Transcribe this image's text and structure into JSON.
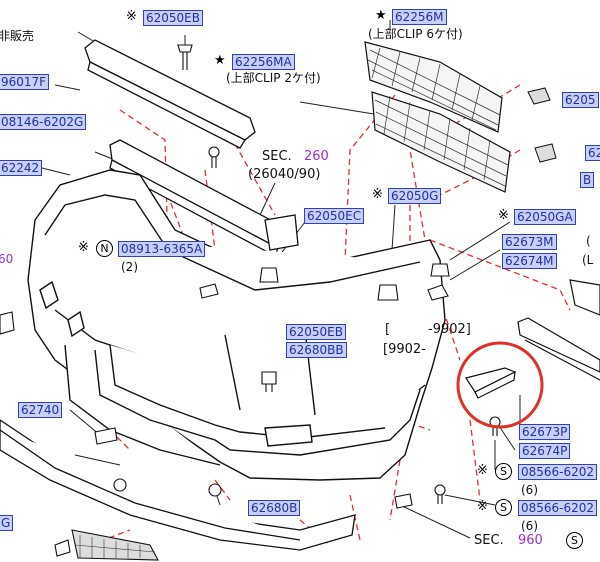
{
  "labels": {
    "p62050EB_top": "62050EB",
    "p62256M": "62256M",
    "note_6clip": "(上部CLIP  6ケ付)",
    "p62256MA": "62256MA",
    "note_2clip": "(上部CLIP  2ケ付)",
    "note_nonsale": "非販売",
    "p96017F": "96017F",
    "p08146": "08146-6202G",
    "p62242": "62242",
    "sec260_prefix": "SEC.",
    "sec260_num": "260",
    "sec260_sub": "(26040/90)",
    "p62050EC": "62050EC",
    "p62050G": "62050G",
    "p62050GA": "62050GA",
    "p08913": "08913-6365A",
    "qty_08913": "(2)",
    "p62673M": "62673M",
    "p62674M": "62674M",
    "range_open": "[",
    "range_9902_end": "-9902]",
    "range_9902_start": "[9902-",
    "p62050EB_mid": "62050EB",
    "p62680BB": "62680BB",
    "p62740": "62740",
    "p62673P": "62673P",
    "p62674P": "62674P",
    "p08566_a": "08566-6202",
    "qty_08566_a": "(6)",
    "p08566_b": "08566-6202",
    "qty_08566_b": "(6)",
    "p62680B": "62680B",
    "sec960_prefix": "SEC.",
    "sec960_num": "960",
    "p62055_partial": "6205",
    "p62_partial": "62",
    "left_partial_60": "60",
    "left_partial_g": "G",
    "right_partial_b": "B",
    "right_partial_paren_a": "(",
    "right_partial_paren_b": "(L",
    "mark_kome": "※",
    "mark_star": "★",
    "circle_n": "N",
    "circle_s": "S"
  },
  "colors": {
    "link_blue": "#2e3fc0",
    "label_bg": "#c9d0f5",
    "leader_red": "#e0302a",
    "highlight_circle": "#e0302a",
    "sec_number": "#9a2fc9"
  }
}
